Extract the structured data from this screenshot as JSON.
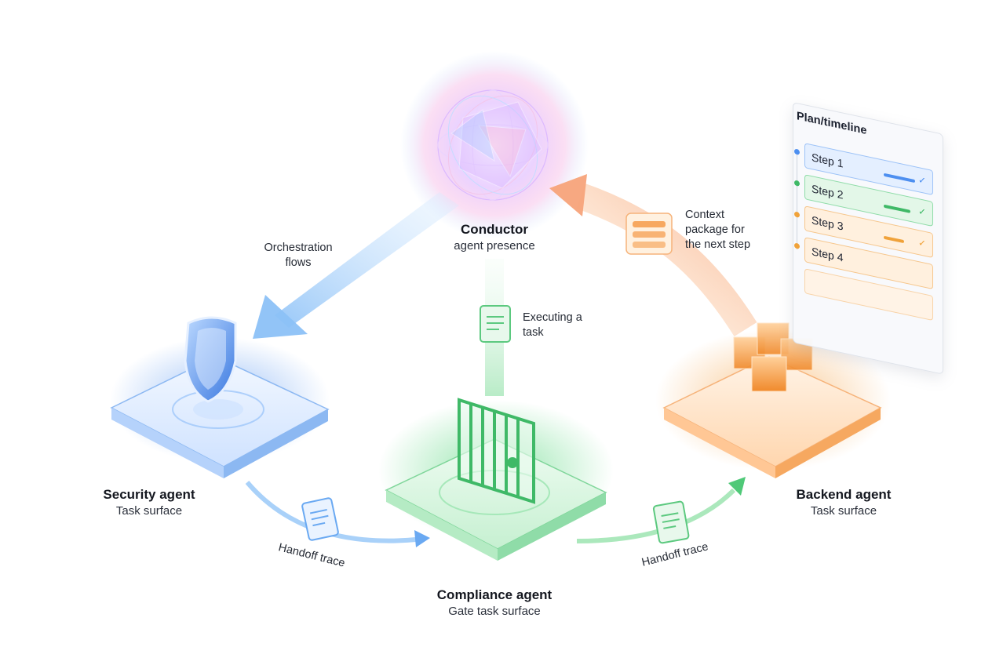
{
  "nodes": {
    "conductor": {
      "title": "Conductor",
      "subtitle": "agent presence"
    },
    "security": {
      "title": "Security agent",
      "subtitle": "Task surface"
    },
    "compliance": {
      "title": "Compliance agent",
      "subtitle": "Gate task surface"
    },
    "backend": {
      "title": "Backend agent",
      "subtitle": "Task surface"
    }
  },
  "annotations": {
    "orchestration": [
      "Orchestration",
      "flows"
    ],
    "executing": [
      "Executing a",
      "task"
    ],
    "context": [
      "Context",
      "package for",
      "the next step"
    ],
    "handoff_left": "Handoff trace",
    "handoff_right": "Handoff trace"
  },
  "plan": {
    "title": "Plan/timeline",
    "steps": [
      {
        "label": "Step 1",
        "color": "#4d8ff0"
      },
      {
        "label": "Step 2",
        "color": "#3fb967"
      },
      {
        "label": "Step 3",
        "color": "#f0a23a"
      },
      {
        "label": "Step 4",
        "color": "#f0a23a"
      }
    ]
  },
  "colors": {
    "security": "#4d8ff0",
    "compliance": "#3fb967",
    "backend": "#f2913a",
    "conductor": "#c48af0"
  },
  "icons": {
    "conductor": "wireframe-sphere-icon",
    "security": "shield-icon",
    "compliance": "gate-icon",
    "backend": "cubes-icon",
    "documents": "document-icon",
    "context": "stacked-layers-icon"
  }
}
